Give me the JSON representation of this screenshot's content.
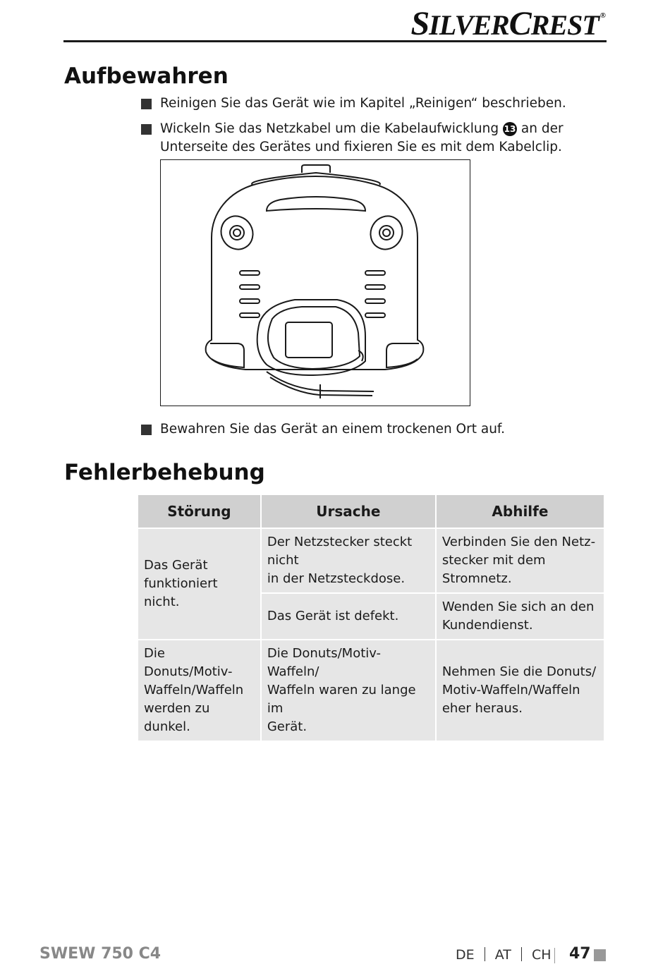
{
  "brand": {
    "logo_text": "SilverCrest",
    "registered": "®"
  },
  "sections": {
    "storage": {
      "title": "Aufbewahren",
      "bullets": [
        "Reinigen Sie das Gerät wie im Kapitel „Reinigen“ beschrieben.",
        "Wickeln Sie das Netzkabel um die Kabelaufwicklung",
        "an der Unterseite des Gerätes und fixieren Sie es mit dem Kabelclip.",
        "Bewahren Sie das Gerät an einem trockenen Ort auf."
      ],
      "reference_number": "13"
    },
    "troubleshooting": {
      "title": "Fehlerbehebung",
      "headers": [
        "Störung",
        "Ursache",
        "Abhilfe"
      ],
      "rows": [
        {
          "problem": "Das Gerät\nfunktioniert nicht.",
          "causes": [
            {
              "cause": "Der Netzstecker steckt nicht\nin der Netzsteckdose.",
              "remedy": "Verbinden Sie den Netz-\nstecker mit dem Stromnetz."
            },
            {
              "cause": "Das Gerät ist defekt.",
              "remedy": "Wenden Sie sich an den\nKundendienst."
            }
          ]
        },
        {
          "problem": "Die Donuts/Motiv-\nWaffeln/Waffeln\nwerden zu dunkel.",
          "cause": "Die Donuts/Motiv-Waffeln/\nWaffeln waren zu lange im\nGerät.",
          "remedy": "Nehmen Sie die Donuts/\nMotiv-Waffeln/Waffeln\neher heraus."
        }
      ]
    }
  },
  "footer": {
    "model": "SWEW 750 C4",
    "languages": [
      "DE",
      "AT",
      "CH"
    ],
    "page": "47"
  },
  "colors": {
    "table_header": "#d0d0d0",
    "table_cell": "#e6e6e6",
    "footer_gray": "#888888"
  }
}
